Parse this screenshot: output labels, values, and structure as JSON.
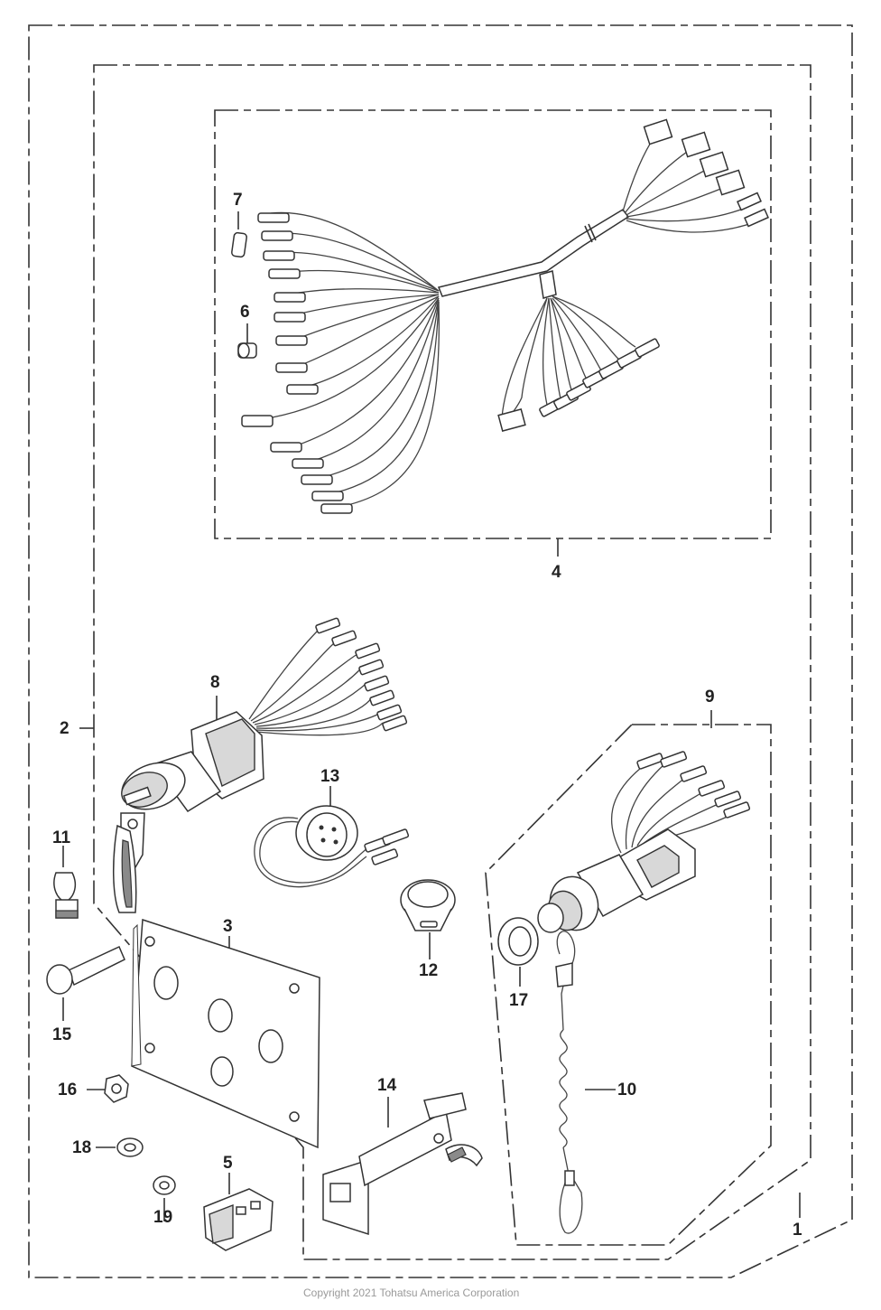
{
  "callouts": {
    "c1": "1",
    "c2": "2",
    "c3": "3",
    "c4": "4",
    "c5": "5",
    "c6": "6",
    "c7": "7",
    "c8": "8",
    "c9": "9",
    "c10": "10",
    "c11": "11",
    "c12": "12",
    "c13": "13",
    "c14": "14",
    "c15": "15",
    "c16": "16",
    "c17": "17",
    "c18": "18",
    "c19": "19"
  },
  "copyright": "Copyright 2021 Tohatsu America Corporation"
}
